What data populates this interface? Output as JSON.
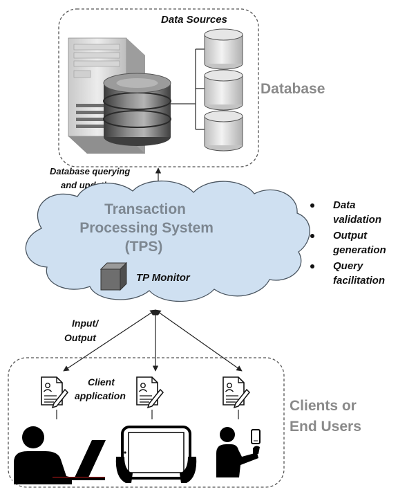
{
  "labels": {
    "data_sources": "Data Sources",
    "database": "Database",
    "db_query": [
      "Database querying",
      "and updation"
    ],
    "tps_title": [
      "Transaction",
      "Processing System",
      "(TPS)"
    ],
    "tp_monitor": "TP Monitor",
    "input_output": [
      "Input/",
      "Output"
    ],
    "client_application": [
      "Client",
      "application"
    ],
    "clients_end_users": [
      "Clients or",
      "End Users"
    ]
  },
  "functions": [
    [
      "Data",
      "validation"
    ],
    [
      "Output",
      "generation"
    ],
    [
      "Query",
      "facilitation"
    ]
  ],
  "colors": {
    "cloud_fill": "#cfe0f1",
    "cloud_stroke": "#4a5560",
    "gray_text": "#8a8a8a",
    "tps_text": "#7d8791",
    "dashed_border": "#555555"
  },
  "icons": {
    "server": "server-tower-icon",
    "database": "database-cylinder-icon",
    "monitor": "tp-monitor-cube-icon",
    "document": "document-pen-icon",
    "laptop_user": "laptop-user-icon",
    "tablet": "tablet-icon",
    "phone_user": "phone-user-icon"
  }
}
